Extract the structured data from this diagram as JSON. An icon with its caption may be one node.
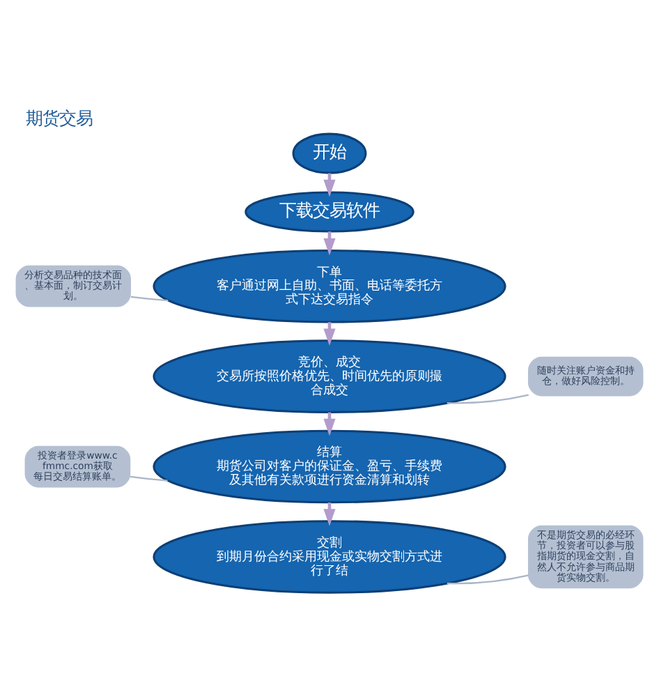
{
  "diagram": {
    "title": "期货交易",
    "nodes": [
      {
        "text": [
          "开始"
        ]
      },
      {
        "text": [
          "下载交易软件"
        ]
      },
      {
        "text": [
          "下单",
          "客户通过网上自助、书面、电话等委托方式下达交易指令"
        ]
      },
      {
        "text": [
          "竞价、成交",
          "交易所按照价格优先、时间优先的原则撮合成交"
        ]
      },
      {
        "text": [
          "结算",
          "期货公司对客户的保证金、盈亏、手续费及其他有关款项进行资金清算和划转"
        ]
      },
      {
        "text": [
          "交割",
          "到期月份合约采用现金或实物交割方式进行了结"
        ]
      },
      {
        "text": [
          "分析交易品种的技术面、基本面，制订交易计划。"
        ]
      },
      {
        "text": [
          "随时关注账户资金和持仓，做好风险控制。"
        ]
      },
      {
        "text": [
          "投资者登录www.cfmmc.com获取每日交易结算账单。"
        ]
      },
      {
        "text": [
          "不是期货交易的必经环节，投资者可以参与股指期货的现金交割，自然人不允许参与商品期货实物交割。"
        ]
      }
    ],
    "edges": [
      {
        "from": 0,
        "to": 1,
        "arrow": "to"
      },
      {
        "from": 1,
        "to": 2,
        "arrow": "to"
      },
      {
        "from": 2,
        "to": 3,
        "arrow": "to"
      },
      {
        "from": 3,
        "to": 4,
        "arrow": "to"
      },
      {
        "from": 4,
        "to": 5,
        "arrow": "to"
      },
      {
        "from": 6,
        "to": 2,
        "arrow": "none",
        "color": "#a9b6c9"
      },
      {
        "from": 7,
        "to": 3,
        "arrow": "none",
        "color": "#a9b6c9"
      },
      {
        "from": 8,
        "to": 4,
        "arrow": "none",
        "color": "#a9b6c9"
      },
      {
        "from": 9,
        "to": 5,
        "arrow": "none",
        "color": "#a9b6c9"
      }
    ]
  }
}
